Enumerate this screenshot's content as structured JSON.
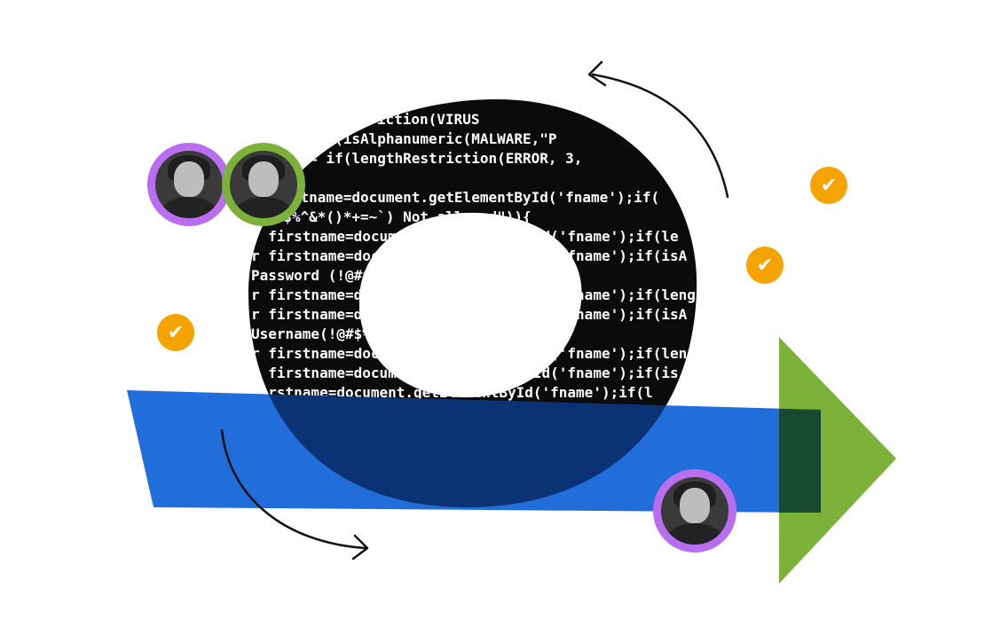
{
  "code_lines": [
    {
      "text": "  if(lengthRestriction(VIRUS"
    },
    {
      "text": "name= if(isAlphanumeric(MALWARE,\"P"
    },
    {
      "text": "ename= if(lengthRestriction(ERROR, 3,"
    },
    {
      "text": ""
    },
    {
      "text": "firstname=document.getElementById('fname');if("
    },
    {
      "text": "@#$%^&*()*+=~`) Not allowed\")){"
    },
    {
      "text": "r firstname=document.getElementById('fname');if(le"
    },
    {
      "text": "r firstname=document.getElementById('fname');if(isA"
    },
    {
      "text": "  Password (!@#$%^&*()) Not allowed\")){"
    },
    {
      "text": "r firstname=document.getElementById('fname');if(leng"
    },
    {
      "text": "r firstname=document.getElementById('fname');if(isA"
    },
    {
      "text": "  Username(!@#$%^&*()) Not allowed\")){"
    },
    {
      "text": "r firstname=document.getElementById('fname');if(len"
    },
    {
      "text": "r firstname=document.getElementById('fname');if(is"
    },
    {
      "text": "  firstname=document.getElementById('fname');if(l"
    }
  ],
  "badges": [
    {
      "icon": "check-icon",
      "glyph": "✔"
    },
    {
      "icon": "check-icon",
      "glyph": "✔"
    },
    {
      "icon": "check-icon",
      "glyph": "✔"
    }
  ],
  "colors": {
    "blue_band": "#1565d8",
    "green_arrow": "#7cb23a",
    "ring_black": "#0b0b0b",
    "badge_orange": "#f5a300",
    "avatar_purple": "#b96ef0",
    "avatar_green": "#7cb23a"
  }
}
